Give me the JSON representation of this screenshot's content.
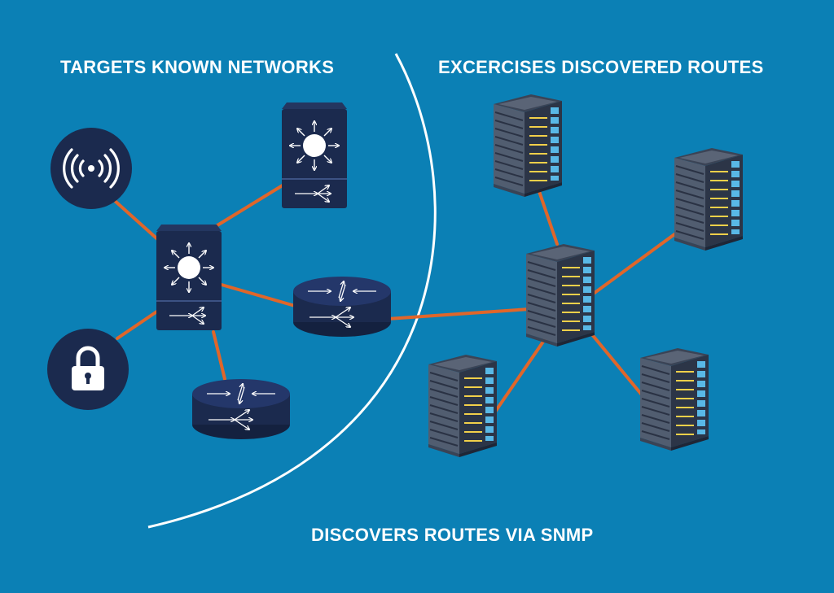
{
  "labels": {
    "left": "TARGETS KNOWN NETWORKS",
    "right": "EXCERCISES DISCOVERED ROUTES",
    "bottom": "DISCOVERS ROUTES VIA SNMP"
  },
  "colors": {
    "background": "#0b80b5",
    "node_fill": "#1b2a4e",
    "connector": "#e0662a",
    "boundary_line": "#ffffff",
    "server_light_blue": "#59b8e6",
    "server_led_yellow": "#f2d04a"
  },
  "nodes": {
    "wireless": {
      "icon": "wifi-icon"
    },
    "lock": {
      "icon": "lock-icon"
    },
    "core_switch": {
      "icon": "layer3-switch-icon"
    },
    "upper_switch": {
      "icon": "layer3-switch-icon"
    },
    "router_center": {
      "icon": "router-icon"
    },
    "router_lower": {
      "icon": "router-icon"
    },
    "servers": {
      "icon": "server-rack-icon",
      "count": 5
    }
  }
}
